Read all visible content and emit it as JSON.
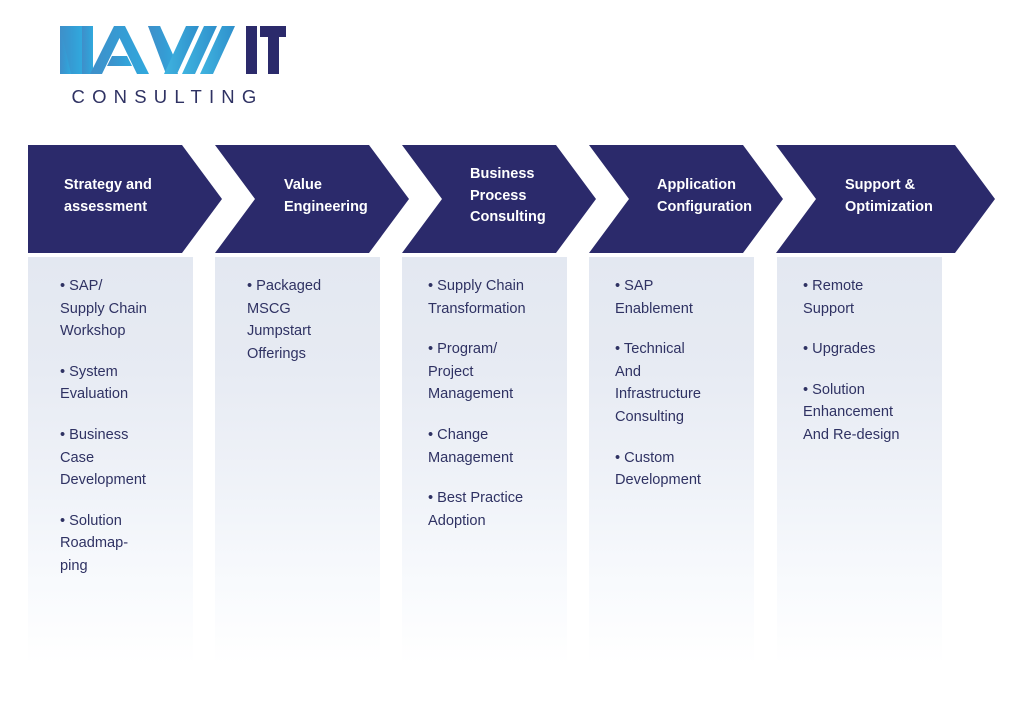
{
  "brand": {
    "wordmark_nav": "NAV",
    "wordmark_it": "IT",
    "tagline": "CONSULTING",
    "colors": {
      "nav_blue": "#3a97cf",
      "slash_blue": "#3ab0dd",
      "it_navy": "#2b2a6b",
      "tagline_navy": "#2f3263"
    }
  },
  "diagram": {
    "type": "chevron-process",
    "header_color": "#2b2a6b",
    "header_text_color": "#ffffff",
    "panel_gradient_top": "#e3e8f1",
    "panel_gradient_bottom": "#ffffff",
    "body_text_color": "#2f3263",
    "stages": [
      {
        "title": "Strategy and\nassessment",
        "items": [
          "• SAP/\nSupply Chain\nWorkshop",
          "• System\nEvaluation",
          "• Business\nCase\nDevelopment",
          "• Solution\nRoadmap-\nping"
        ]
      },
      {
        "title": "Value\nEngineering",
        "items": [
          "• Packaged\nMSCG\nJumpstart\nOfferings"
        ]
      },
      {
        "title": "Business\nProcess\nConsulting",
        "items": [
          "• Supply Chain\nTransformation",
          "• Program/\nProject\nManagement",
          "• Change\nManagement",
          "• Best Practice\nAdoption"
        ]
      },
      {
        "title": "Application\nConfiguration",
        "items": [
          "• SAP\nEnablement",
          "• Technical\nAnd\nInfrastructure\nConsulting",
          "• Custom\nDevelopment"
        ]
      },
      {
        "title": "Support &\nOptimization",
        "items": [
          "• Remote\nSupport",
          "• Upgrades",
          "• Solution\nEnhancement\nAnd Re-design"
        ]
      }
    ]
  }
}
